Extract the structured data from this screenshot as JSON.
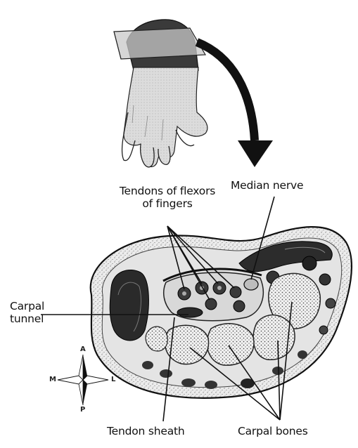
{
  "labels": {
    "tendons_flexors_line1": "Tendons of flexors",
    "tendons_flexors_line2": "of fingers",
    "median_nerve": "Median nerve",
    "carpal_tunnel_line1": "Carpal",
    "carpal_tunnel_line2": "tunnel",
    "tendon_sheath": "Tendon sheath",
    "carpal_bones": "Carpal bones"
  },
  "compass": {
    "anterior": "A",
    "posterior": "P",
    "medial": "M",
    "lateral": "L"
  }
}
